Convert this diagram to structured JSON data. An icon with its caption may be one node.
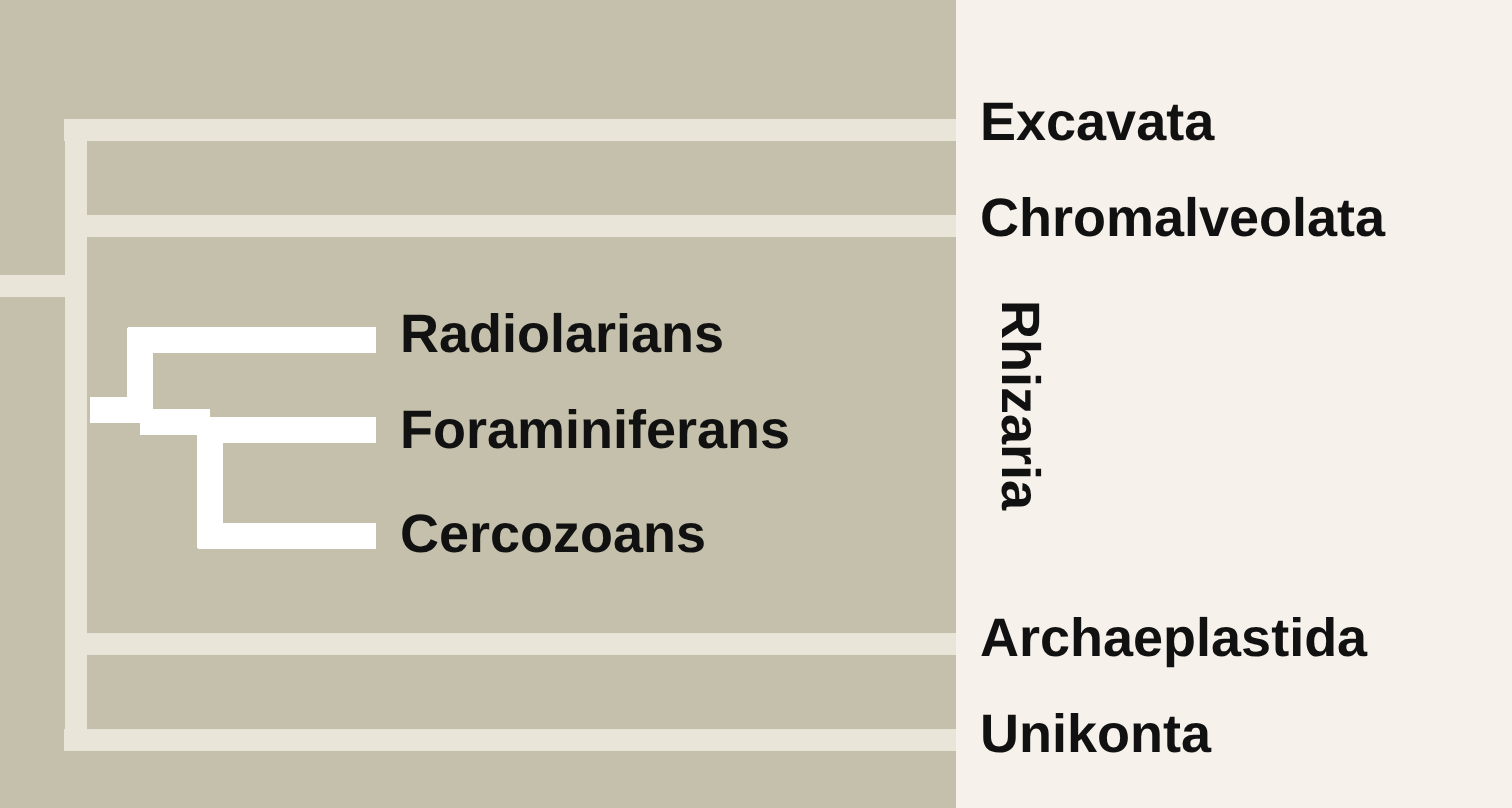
{
  "diagram": {
    "nodes": [
      {
        "text": [
          "Excavata"
        ]
      },
      {
        "text": [
          "Chromalveolata"
        ]
      },
      {
        "text": [
          "Rhizaria"
        ]
      },
      {
        "text": [
          "Radiolarians"
        ]
      },
      {
        "text": [
          "Foraminiferans"
        ]
      },
      {
        "text": [
          "Cercozoans"
        ]
      },
      {
        "text": [
          "Archaeplastida"
        ]
      },
      {
        "text": [
          "Unikonta"
        ]
      }
    ]
  }
}
